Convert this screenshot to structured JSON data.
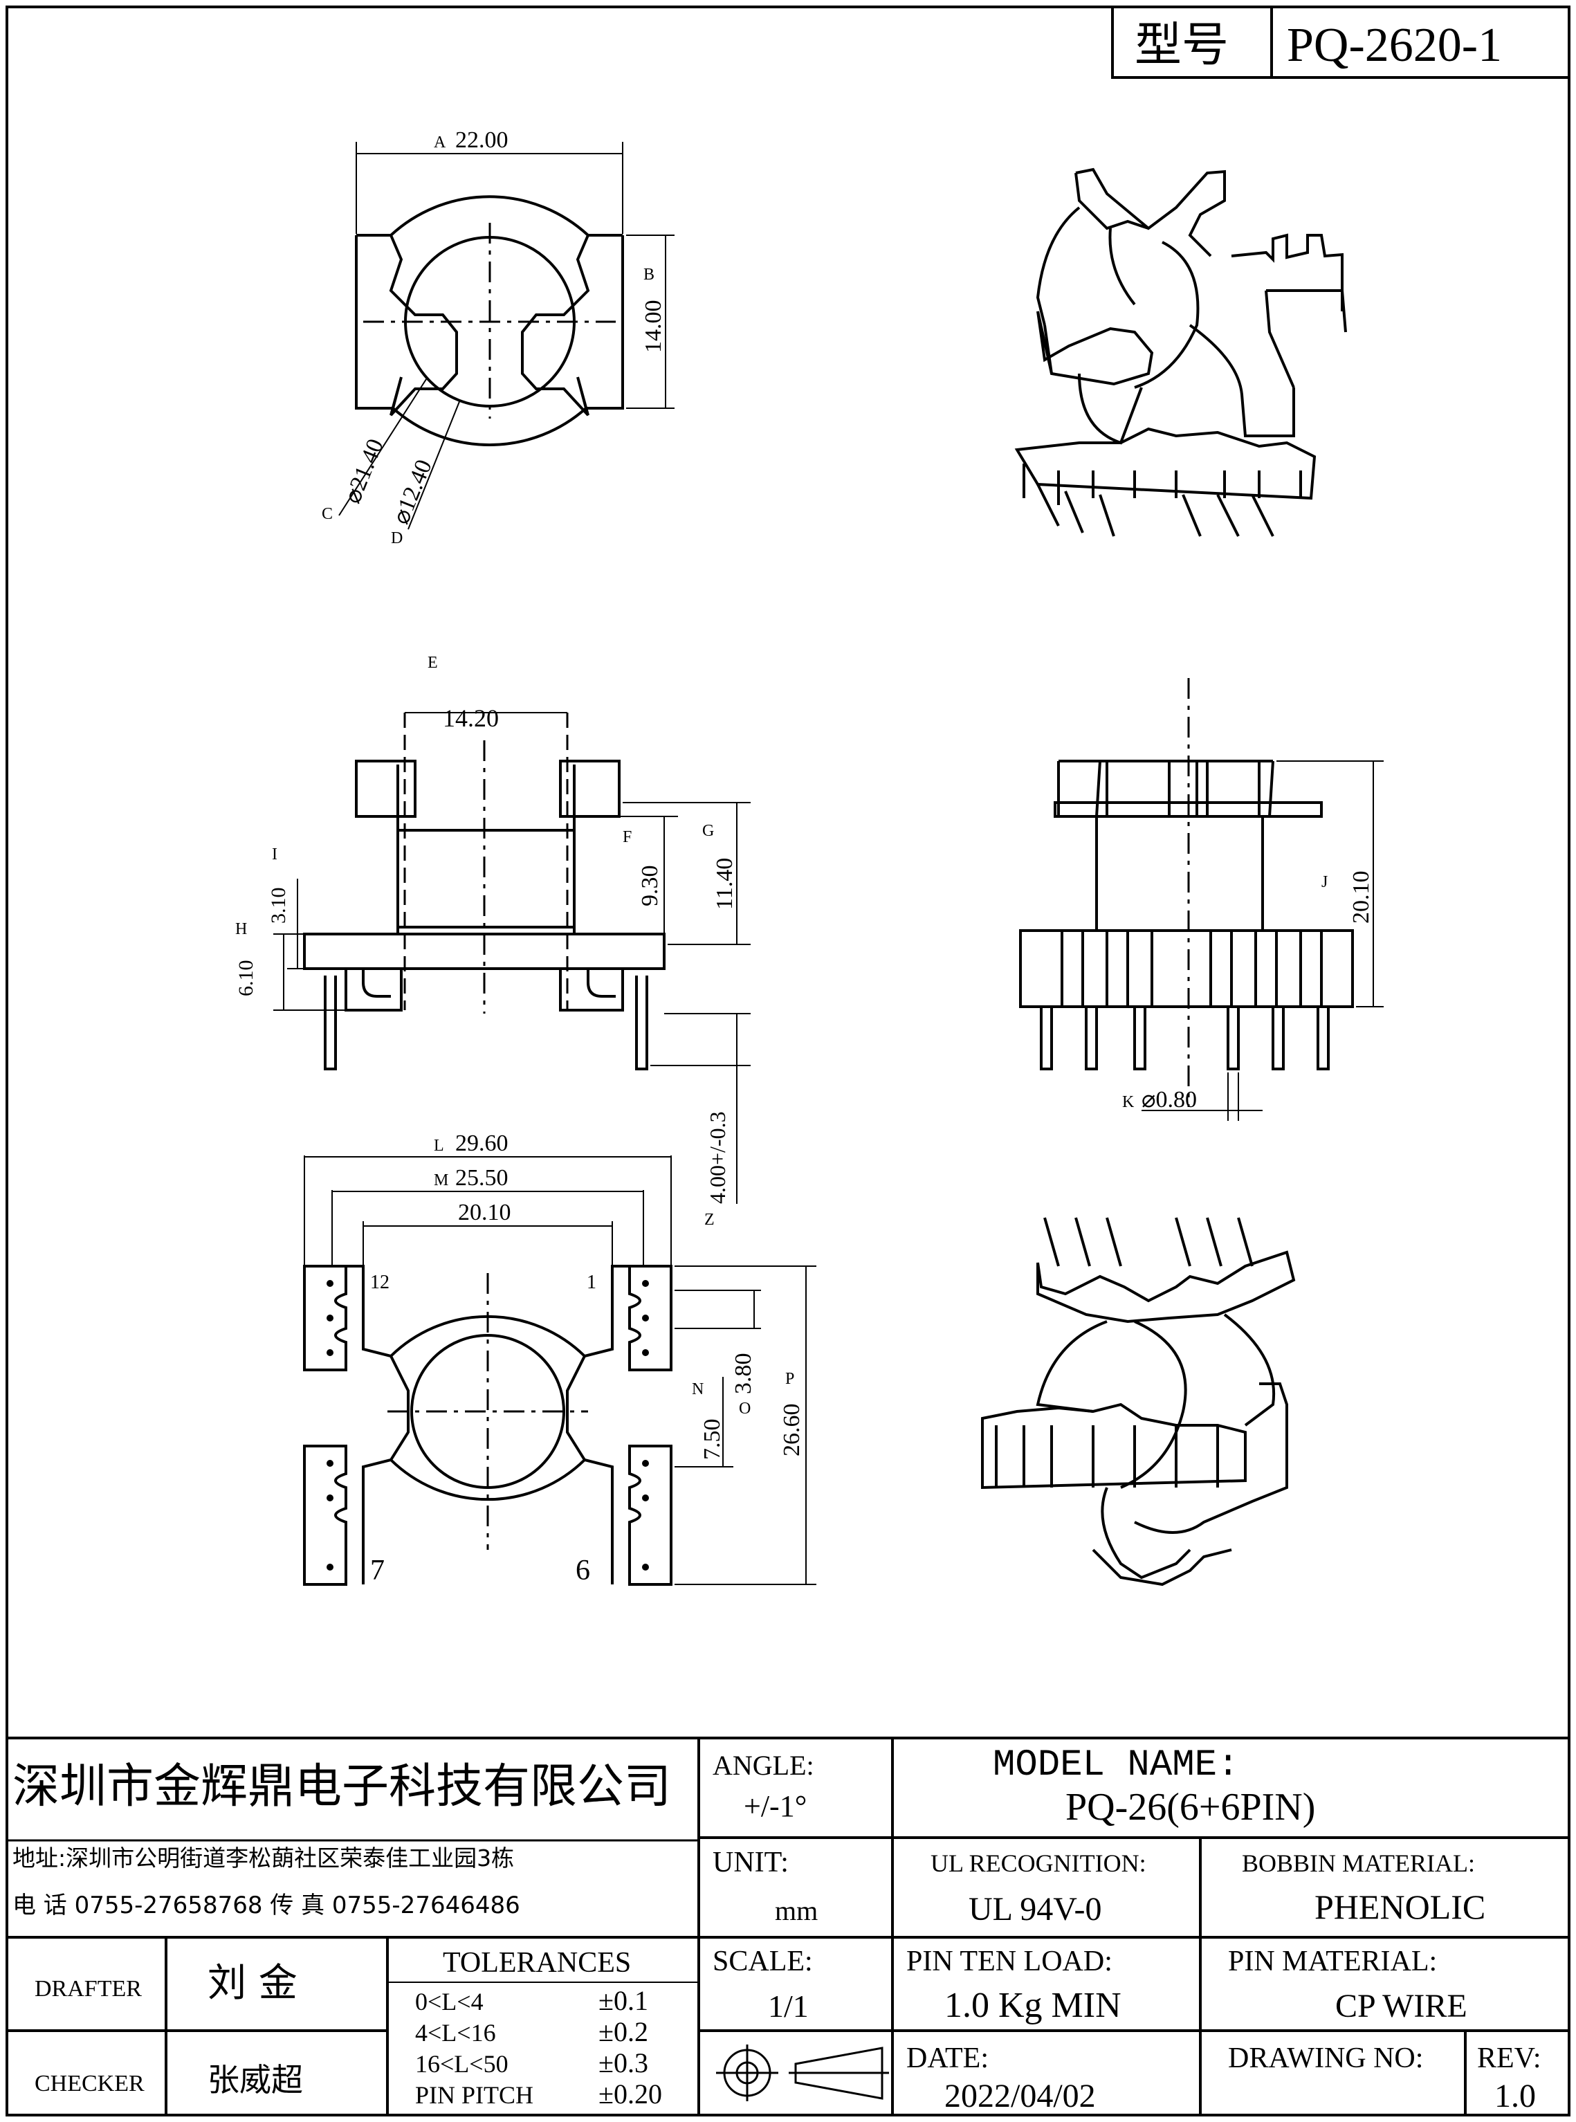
{
  "header": {
    "model_label": "型号",
    "model_value": "PQ-2620-1"
  },
  "dimensions": {
    "a": "A",
    "a_val": "22.00",
    "b": "B",
    "b_val": "14.00",
    "c": "C",
    "c_val": "⌀21.40",
    "d": "D",
    "d_val": "⌀12.40",
    "e": "E",
    "e_val": "14.20",
    "f": "F",
    "f_val": "9.30",
    "g": "G",
    "g_val": "11.40",
    "h": "H",
    "h_val": "6.10",
    "i": "I",
    "i_val": "3.10",
    "j": "J",
    "j_val": "20.10",
    "k": "K",
    "k_val": "⌀0.80",
    "l": "L",
    "l_val": "29.60",
    "m": "M",
    "m_val": "25.50",
    "w": "20.10",
    "n": "N",
    "n_val": "3.80",
    "o": "O",
    "o_val": "7.50",
    "p": "P",
    "p_val": "26.60",
    "z": "Z",
    "z_val": "4.00+/-0.3",
    "pin12": "12",
    "pin1": "1",
    "pin7": "7",
    "pin6": "6"
  },
  "title_block": {
    "company": "深圳市金辉鼎电子科技有限公司",
    "address": "地址:深圳市公明街道李松蓢社区荣泰佳工业园3栋",
    "phone": "电 话 0755-27658768  传 真 0755-27646486",
    "angle_label": "ANGLE:",
    "angle_value": "+/-1°",
    "model_name_label": "MODEL NAME:",
    "model_name_value": "PQ-26(6+6PIN)",
    "unit_label": "UNIT:",
    "unit_value": "mm",
    "ul_label": "UL RECOGNITION:",
    "ul_value": "UL 94V-0",
    "bobbin_label": "BOBBIN MATERIAL:",
    "bobbin_value": "PHENOLIC",
    "drafter_label": "DRAFTER",
    "drafter_value": "刘  金",
    "checker_label": "CHECKER",
    "checker_value": "张威超",
    "tolerances_label": "TOLERANCES",
    "tol": [
      {
        "range": "0<L<4",
        "value": "±0.1"
      },
      {
        "range": "4<L<16",
        "value": "±0.2"
      },
      {
        "range": "16<L<50",
        "value": "±0.3"
      },
      {
        "range": "PIN PITCH",
        "value": "±0.20"
      }
    ],
    "scale_label": "SCALE:",
    "scale_value": "1/1",
    "pin_ten_label": "PIN TEN LOAD:",
    "pin_ten_value": "1.0 Kg MIN",
    "pin_material_label": "PIN MATERIAL:",
    "pin_material_value": "CP WIRE",
    "date_label": "DATE:",
    "date_value": "2022/04/02",
    "drawing_no_label": "DRAWING NO:",
    "drawing_no_value": "",
    "rev_label": "REV:",
    "rev_value": "1.0"
  }
}
